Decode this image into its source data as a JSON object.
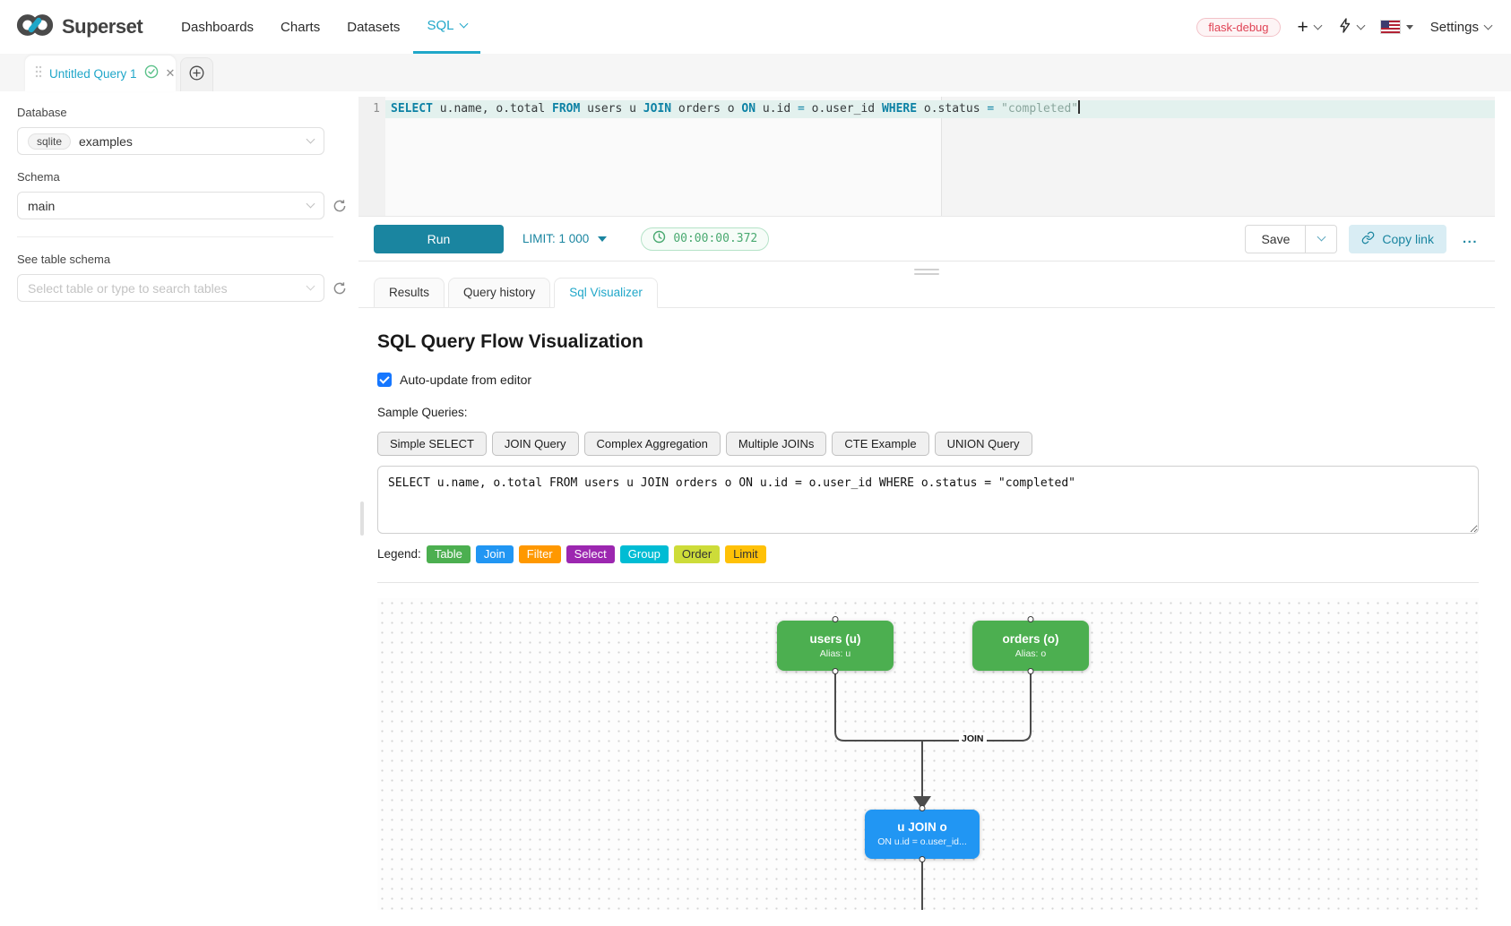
{
  "colors": {
    "accent": "#20a7c9",
    "run_button": "#1a85a0",
    "success": "#5ac189",
    "env_badge": "#e04355",
    "checkbox": "#1677ff"
  },
  "nav": {
    "brand": "Superset",
    "items": [
      {
        "label": "Dashboards"
      },
      {
        "label": "Charts"
      },
      {
        "label": "Datasets"
      },
      {
        "label": "SQL",
        "active": true
      }
    ],
    "env_badge": "flask-debug",
    "settings_label": "Settings"
  },
  "tabbar": {
    "active_tab_label": "Untitled Query 1"
  },
  "sidebar": {
    "database_label": "Database",
    "database_engine": "sqlite",
    "database_value": "examples",
    "schema_label": "Schema",
    "schema_value": "main",
    "table_label": "See table schema",
    "table_placeholder": "Select table or type to search tables"
  },
  "editor": {
    "line_number": "1",
    "tokens": [
      {
        "text": "SELECT",
        "type": "keyword"
      },
      {
        "text": " u.name, o.total ",
        "type": "plain"
      },
      {
        "text": "FROM",
        "type": "keyword"
      },
      {
        "text": " users u ",
        "type": "plain"
      },
      {
        "text": "JOIN",
        "type": "keyword"
      },
      {
        "text": " orders o ",
        "type": "plain"
      },
      {
        "text": "ON",
        "type": "keyword"
      },
      {
        "text": " u.id ",
        "type": "plain"
      },
      {
        "text": "=",
        "type": "operator"
      },
      {
        "text": " o.user_id ",
        "type": "plain"
      },
      {
        "text": "WHERE",
        "type": "keyword"
      },
      {
        "text": " o.status ",
        "type": "plain"
      },
      {
        "text": "=",
        "type": "operator"
      },
      {
        "text": " ",
        "type": "plain"
      },
      {
        "text": "\"completed\"",
        "type": "string"
      }
    ]
  },
  "toolbar": {
    "run_label": "Run",
    "limit_label": "LIMIT:",
    "limit_value": "1 000",
    "timer_value": "00:00:00.372",
    "save_label": "Save",
    "copy_link_label": "Copy link",
    "more_label": "..."
  },
  "result_tabs": [
    {
      "label": "Results"
    },
    {
      "label": "Query history"
    },
    {
      "label": "Sql Visualizer",
      "active": true
    }
  ],
  "visualizer": {
    "title": "SQL Query Flow Visualization",
    "auto_update_label": "Auto-update from editor",
    "auto_update_checked": true,
    "sample_queries_label": "Sample Queries:",
    "sample_buttons": [
      "Simple SELECT",
      "JOIN Query",
      "Complex Aggregation",
      "Multiple JOINs",
      "CTE Example",
      "UNION Query"
    ],
    "query_text": "SELECT u.name, o.total FROM users u JOIN orders o ON u.id = o.user_id WHERE o.status = \"completed\"",
    "legend_label": "Legend:",
    "legend": [
      {
        "label": "Table",
        "color": "#4caf50",
        "text_color": "#ffffff"
      },
      {
        "label": "Join",
        "color": "#2196f3",
        "text_color": "#ffffff"
      },
      {
        "label": "Filter",
        "color": "#ff9800",
        "text_color": "#ffffff"
      },
      {
        "label": "Select",
        "color": "#9c27b0",
        "text_color": "#ffffff"
      },
      {
        "label": "Group",
        "color": "#00bcd4",
        "text_color": "#ffffff"
      },
      {
        "label": "Order",
        "color": "#cddc39",
        "text_color": "#333333"
      },
      {
        "label": "Limit",
        "color": "#ffc107",
        "text_color": "#333333"
      }
    ],
    "flow": {
      "nodes": [
        {
          "title": "users (u)",
          "subtitle": "Alias: u",
          "color": "#4caf50"
        },
        {
          "title": "orders (o)",
          "subtitle": "Alias: o",
          "color": "#4caf50"
        },
        {
          "title": "u JOIN o",
          "subtitle": "ON u.id = o.user_id...",
          "color": "#2196f3"
        }
      ],
      "edge_label": "JOIN"
    }
  }
}
